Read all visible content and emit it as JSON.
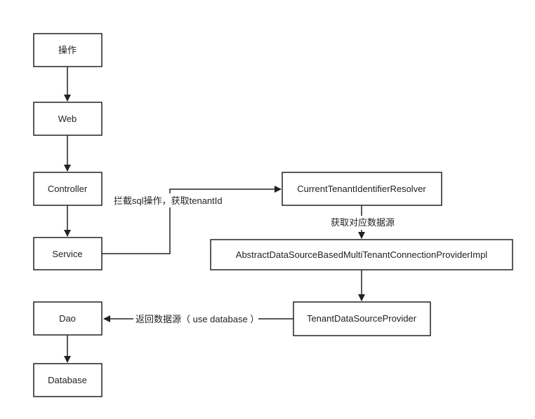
{
  "colors": {
    "stroke": "#222222",
    "fill": "#ffffff",
    "text": "#222222"
  },
  "nodes": {
    "operation": "操作",
    "web": "Web",
    "controller": "Controller",
    "service": "Service",
    "dao": "Dao",
    "database": "Database",
    "resolver": "CurrentTenantIdentifierResolver",
    "provider_impl": "AbstractDataSourceBasedMultiTenantConnectionProviderImpl",
    "ds_provider": "TenantDataSourceProvider"
  },
  "edges": {
    "intercept": "拦截sql操作，获取tenantId",
    "get_datasource": "获取对应数据源",
    "return_datasource": "返回数据源（ use database ）"
  }
}
